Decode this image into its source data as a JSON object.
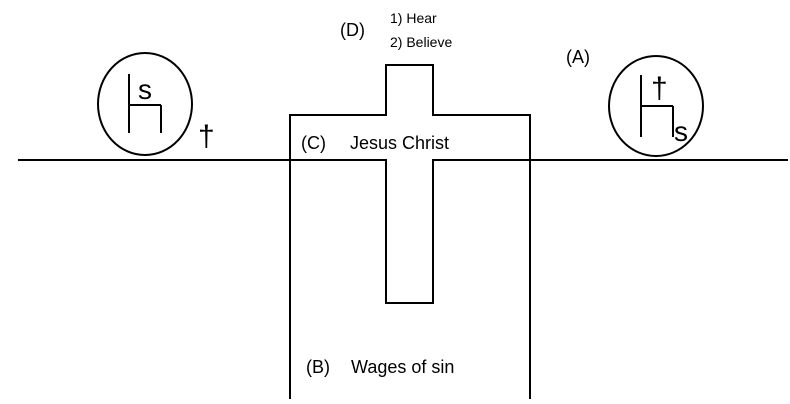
{
  "diagram": {
    "colors": {
      "stroke": "#000000",
      "background": "#ffffff"
    },
    "label_a": "(A)",
    "label_b": "(B)",
    "label_c": "(C)",
    "label_d": "(D)",
    "text_b": "Wages of sin",
    "text_c": "Jesus Christ",
    "steps": [
      "1) Hear",
      "2) Believe"
    ],
    "left_figure": {
      "letter": "s",
      "cross": "†"
    },
    "right_figure": {
      "letter": "s",
      "cross": "†"
    }
  }
}
